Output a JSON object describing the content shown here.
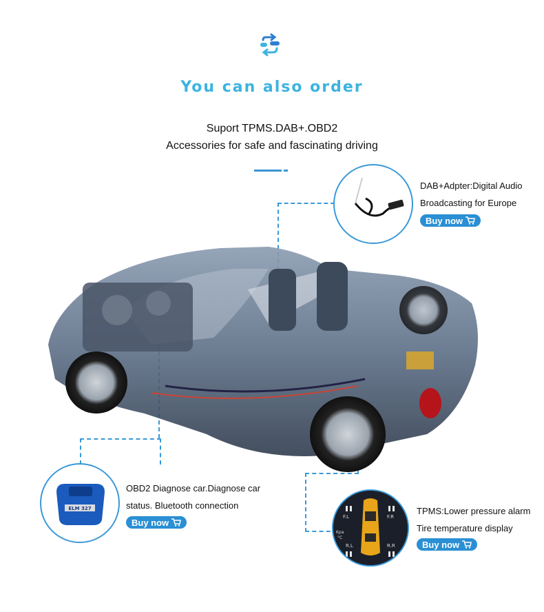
{
  "header": {
    "title": "You can also order",
    "subtitle_line1": "Suport TPMS.DAB+.OBD2",
    "subtitle_line2": "Accessories for safe and fascinating driving"
  },
  "accessories": {
    "dab": {
      "line1": "DAB+Adpter:Digital Audio",
      "line2": "Broadcasting for Europe",
      "button": "Buy now"
    },
    "obd": {
      "line1": "OBD2 Diagnose car.Diagnose car",
      "line2": "status. Bluetooth connection",
      "button": "Buy now",
      "device_label": "ELM 327"
    },
    "tpms": {
      "line1": "TPMS:Lower pressure alarm",
      "line2": "Tire temperature display",
      "button": "Buy now",
      "labels": [
        "F.L",
        "F.R",
        "R.L",
        "R.R",
        "Kpa",
        "°C"
      ]
    }
  },
  "icons": {
    "logo": "swap-arrows-icon",
    "cart": "shopping-cart-icon"
  },
  "colors": {
    "accent": "#3cb3e0",
    "button": "#2a8fd4",
    "line": "#3a98d8"
  }
}
